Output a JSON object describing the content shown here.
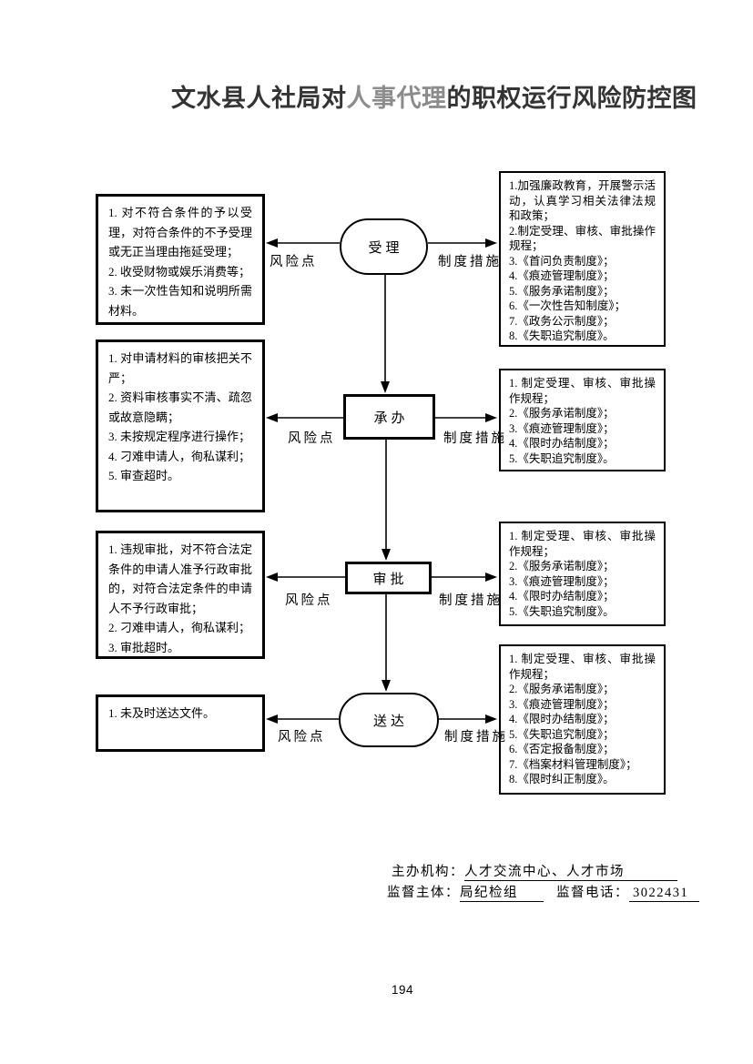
{
  "title": {
    "prefix": "文水县人社局对",
    "highlight": "人事代理",
    "suffix": "的职权运行风险防控图"
  },
  "stages": [
    {
      "node_label": "受理",
      "shape": "stadium",
      "risk_label": "风险点",
      "measure_label": "制度措施",
      "risks": [
        "1. 对不符合条件的予以受理，对符合条件的不予受理或无正当理由拖延受理；",
        "2. 收受财物或娱乐消费等；",
        "3. 未一次性告知和说明所需材料。"
      ],
      "measures": [
        "1.加强廉政教育，开展警示活动，认真学习相关法律法规和政策；",
        "2.制定受理、审核、审批操作规程；",
        "3.《首问负责制度》；",
        "4.《痕迹管理制度》；",
        "5.《服务承诺制度》；",
        "6.《一次性告知制度》；",
        "7.《政务公示制度》；",
        "8.《失职追究制度》。"
      ]
    },
    {
      "node_label": "承办",
      "shape": "rect",
      "risk_label": "风险点",
      "measure_label": "制度措施",
      "risks": [
        "1. 对申请材料的审核把关不严；",
        "2. 资料审核事实不清、疏忽或故意隐瞒；",
        "3. 未按规定程序进行操作；",
        "4. 刁难申请人，徇私谋利；",
        "5. 审查超时。"
      ],
      "measures": [
        "1. 制定受理、审核、审批操作规程；",
        "2.《服务承诺制度》；",
        "3.《痕迹管理制度》；",
        "4.《限时办结制度》；",
        "5.《失职追究制度》。"
      ]
    },
    {
      "node_label": "审批",
      "shape": "rect",
      "risk_label": "风险点",
      "measure_label": "制度措施",
      "risks": [
        "1. 违规审批，对不符合法定条件的申请人准予行政审批的，对符合法定条件的申请人不予行政审批；",
        "2. 刁难申请人，徇私谋利；",
        "3. 审批超时。"
      ],
      "measures": [
        "1. 制定受理、审核、审批操作规程；",
        "2.《服务承诺制度》；",
        "3.《痕迹管理制度》；",
        "4.《限时办结制度》；",
        "5.《失职追究制度》。"
      ]
    },
    {
      "node_label": "送达",
      "shape": "stadium",
      "risk_label": "风险点",
      "measure_label": "制度措施",
      "risks": [
        "1. 未及时送达文件。"
      ],
      "measures": [
        "1. 制定受理、审核、审批操作规程；",
        "2.《服务承诺制度》；",
        "3.《痕迹管理制度》；",
        "4.《限时办结制度》；",
        "5.《失职追究制度》；",
        "6.《否定报备制度》；",
        "7.《档案材料管理制度》；",
        "8.《限时纠正制度》。"
      ]
    }
  ],
  "footer": {
    "host_label": "主办机构：",
    "host_value": "人才交流中心、人才市场",
    "supervisor_label": "监督主体：",
    "supervisor_value": "局纪检组",
    "phone_label": "监督电话：",
    "phone_value": "3022431",
    "page_number": "194"
  }
}
